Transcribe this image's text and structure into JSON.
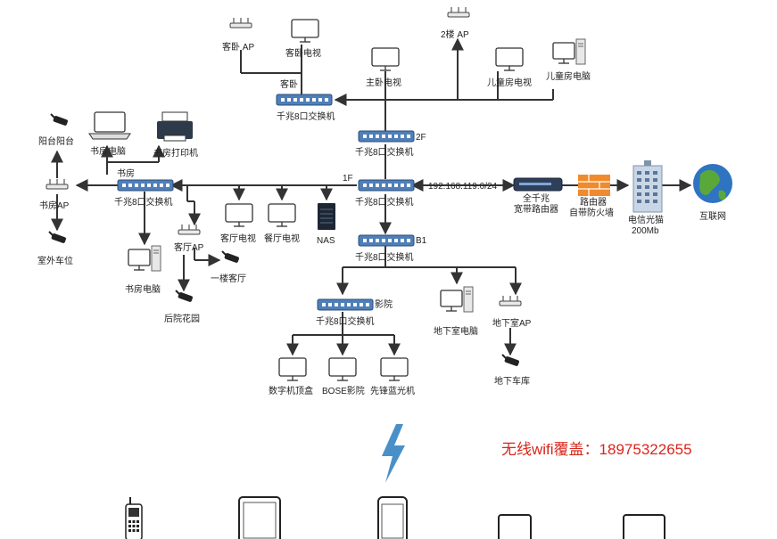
{
  "switches": {
    "bedroom_switch_label": "千兆8口交换机",
    "bedroom_switch_tag": "客卧",
    "floor2_switch_label": "千兆8口交换机",
    "floor2_tag": "2F",
    "floor1_switch_label": "千兆8口交换机",
    "floor1_tag": "1F",
    "study_switch_label": "千兆8口交换机",
    "study_tag": "书房",
    "b1_switch_label": "千兆8口交换机",
    "b1_tag": "B1",
    "theater_switch_label": "千兆8口交换机",
    "theater_tag": "影院"
  },
  "devices": {
    "guest_bedroom_ap": "客卧 AP",
    "guest_bedroom_tv": "客卧电视",
    "floor2_ap": "2楼 AP",
    "master_bedroom_tv": "主卧电视",
    "kids_tv": "儿童房电视",
    "kids_pc": "儿童房电脑",
    "balcony": "阳台阳台",
    "study_laptop": "书房电脑",
    "study_printer": "书房打印机",
    "study_ap": "书房AP",
    "outdoor_parking": "室外车位",
    "study_pc": "书房电脑",
    "living_ap": "客厅AP",
    "floor1_living": "一楼客厅",
    "back_garden": "后院花园",
    "living_tv": "客厅电视",
    "dining_tv": "餐厅电视",
    "nas": "NAS",
    "basement_pc": "地下室电脑",
    "basement_ap": "地下室AP",
    "basement_garage": "地下车库",
    "settop_box": "数字机顶盒",
    "bose_theater": "BOSE影院",
    "pioneer_bluray": "先锋蓝光机"
  },
  "network": {
    "subnet": "192.168.119.0/24",
    "router_line1": "全千兆",
    "router_line2": "宽带路由器",
    "firewall_line1": "路由器",
    "firewall_line2": "自带防火墙",
    "modem_line1": "电信光猫",
    "modem_line2": "200Mb",
    "internet": "互联网"
  },
  "wifi_coverage_text": "无线wifi覆盖：18975322655",
  "colors": {
    "switch_blue": "#4f7fb8",
    "firewall_orange": "#f08a2c",
    "bolt_blue": "#4a90c8",
    "globe_blue": "#2f74c0",
    "globe_green": "#5aa83a",
    "wifi_text_red": "#d8261c"
  },
  "icons": [
    "wireless-ap-icon",
    "monitor-icon",
    "desktop-pc-icon",
    "laptop-icon",
    "printer-icon",
    "cctv-camera-icon",
    "nas-icon",
    "router-icon",
    "firewall-icon",
    "building-icon",
    "globe-icon",
    "lightning-icon",
    "phone-icon",
    "tablet-icon"
  ]
}
